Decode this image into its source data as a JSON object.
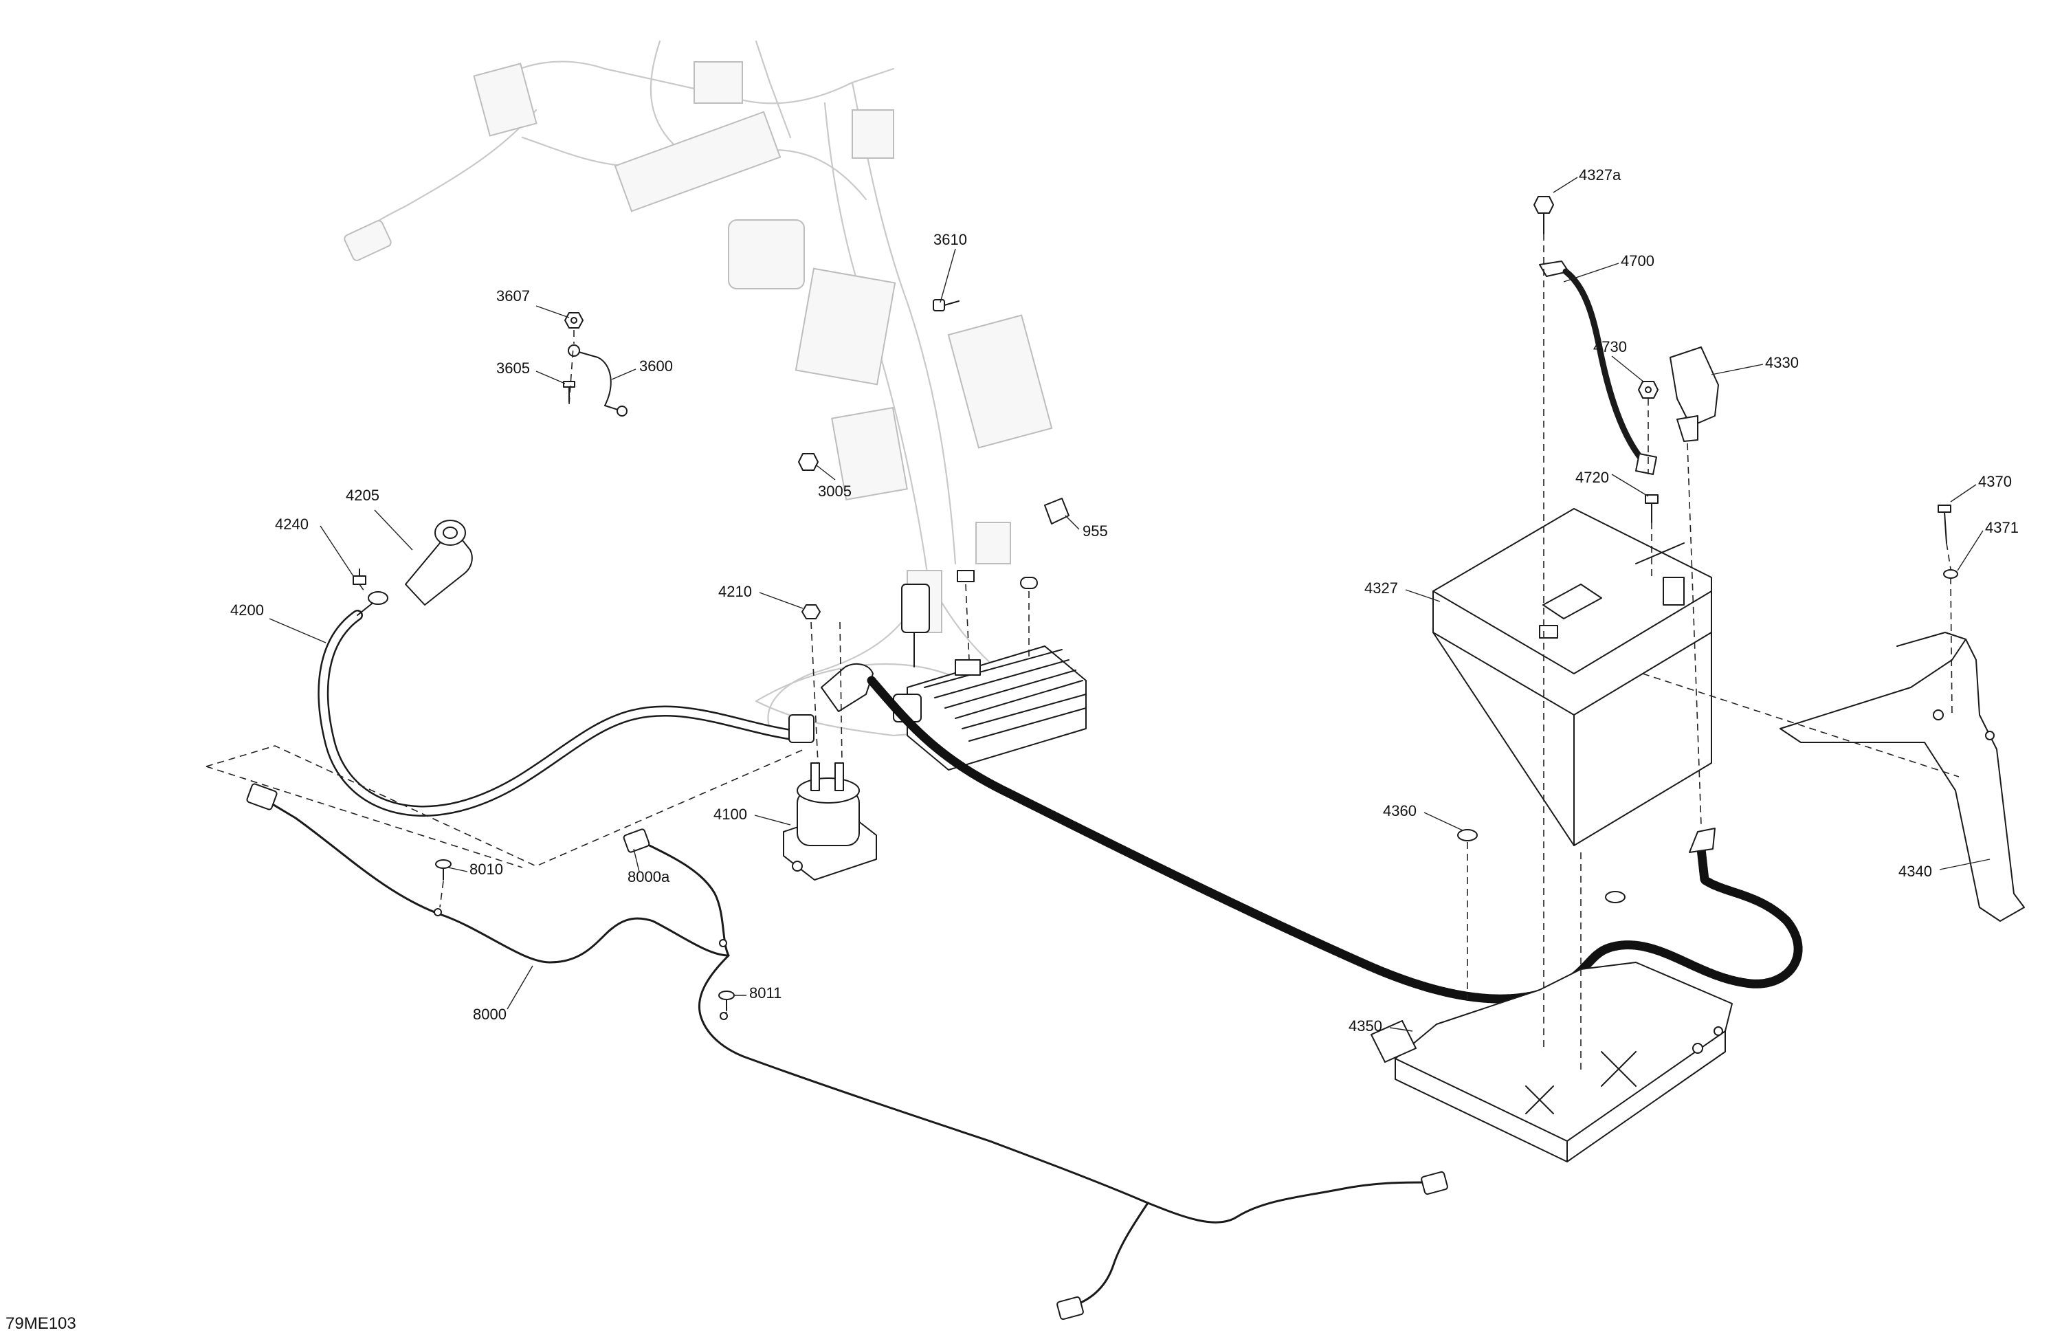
{
  "figure_code": "79ME103",
  "parts": [
    {
      "id": "p4327a",
      "label": "4327a"
    },
    {
      "id": "p4700",
      "label": "4700"
    },
    {
      "id": "p4730",
      "label": "4730"
    },
    {
      "id": "p4330",
      "label": "4330"
    },
    {
      "id": "p4720",
      "label": "4720"
    },
    {
      "id": "p4370",
      "label": "4370"
    },
    {
      "id": "p4371",
      "label": "4371"
    },
    {
      "id": "p4327",
      "label": "4327"
    },
    {
      "id": "p4360",
      "label": "4360"
    },
    {
      "id": "p4340",
      "label": "4340"
    },
    {
      "id": "p4350",
      "label": "4350"
    },
    {
      "id": "p3610",
      "label": "3610"
    },
    {
      "id": "p3607",
      "label": "3607"
    },
    {
      "id": "p3605",
      "label": "3605"
    },
    {
      "id": "p3600",
      "label": "3600"
    },
    {
      "id": "p3005",
      "label": "3005"
    },
    {
      "id": "p955",
      "label": "955"
    },
    {
      "id": "p4205",
      "label": "4205"
    },
    {
      "id": "p4240",
      "label": "4240"
    },
    {
      "id": "p4200",
      "label": "4200"
    },
    {
      "id": "p4210",
      "label": "4210"
    },
    {
      "id": "p4100",
      "label": "4100"
    },
    {
      "id": "p8010",
      "label": "8010"
    },
    {
      "id": "p8000a",
      "label": "8000a"
    },
    {
      "id": "p8000",
      "label": "8000"
    },
    {
      "id": "p8011",
      "label": "8011"
    }
  ]
}
